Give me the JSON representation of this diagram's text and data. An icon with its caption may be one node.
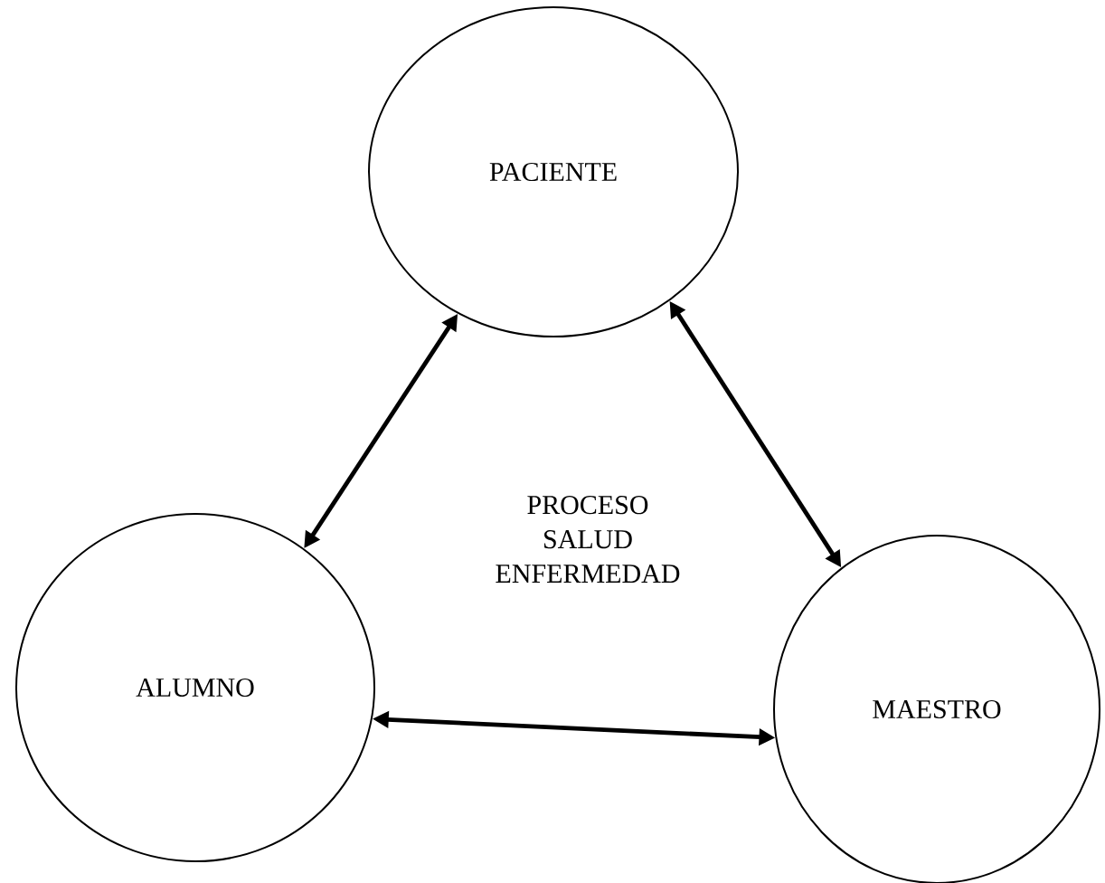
{
  "diagram": {
    "nodes": [
      {
        "text": [
          "PACIENTE"
        ]
      },
      {
        "text": [
          "ALUMNO"
        ]
      },
      {
        "text": [
          "MAESTRO"
        ]
      }
    ],
    "edges": [
      {
        "from": 1,
        "to": 0,
        "arrow": "both"
      },
      {
        "from": 0,
        "to": 2,
        "arrow": "both"
      },
      {
        "from": 1,
        "to": 2,
        "arrow": "both"
      }
    ],
    "labels": [
      "PROCESO SALUD ENFERMEDAD"
    ]
  }
}
